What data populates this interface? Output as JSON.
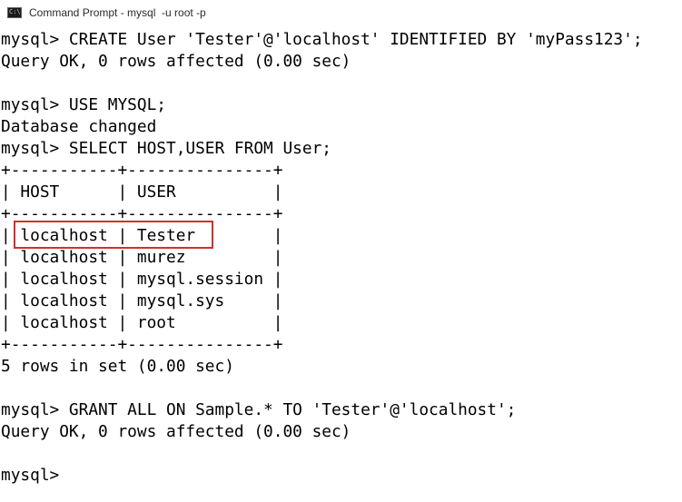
{
  "window": {
    "title": "Command Prompt - mysql  -u root -p",
    "icon": "cmd-icon",
    "icon_text": "C:\\."
  },
  "console": {
    "lines": [
      "mysql> CREATE User 'Tester'@'localhost' IDENTIFIED BY 'myPass123';",
      "Query OK, 0 rows affected (0.00 sec)",
      "",
      "mysql> USE MYSQL;",
      "Database changed",
      "mysql> SELECT HOST,USER FROM User;",
      "+-----------+---------------+",
      "| HOST      | USER          |",
      "+-----------+---------------+",
      "| localhost | Tester        |",
      "| localhost | murez         |",
      "| localhost | mysql.session |",
      "| localhost | mysql.sys     |",
      "| localhost | root          |",
      "+-----------+---------------+",
      "5 rows in set (0.00 sec)",
      "",
      "mysql> GRANT ALL ON Sample.* TO 'Tester'@'localhost';",
      "Query OK, 0 rows affected (0.00 sec)",
      "",
      "mysql>"
    ]
  },
  "annotation": {
    "highlight_color": "#d32f2f"
  }
}
